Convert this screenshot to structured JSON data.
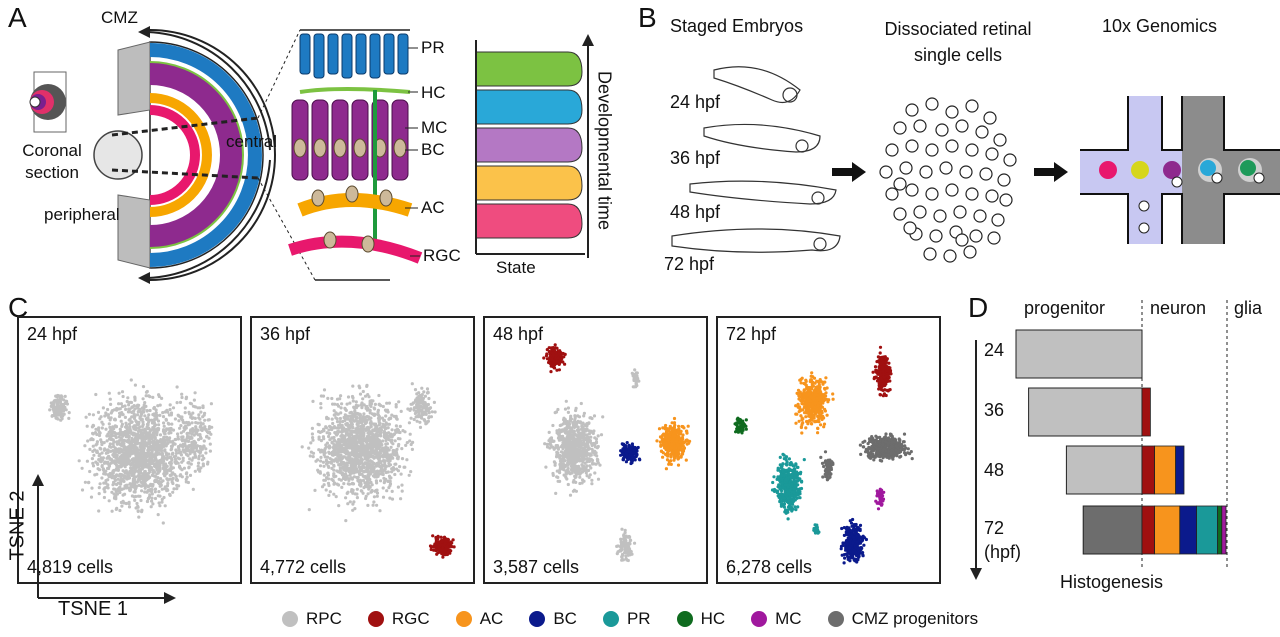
{
  "panels": {
    "A": {
      "letter": "A",
      "labels": {
        "cmz": "CMZ",
        "coronal_line1": "Coronal",
        "coronal_line2": "section",
        "central": "central",
        "peripheral": "peripheral",
        "pr": "PR",
        "hc": "HC",
        "mc": "MC",
        "bc": "BC",
        "ac": "AC",
        "rgc": "RGC",
        "state": "State",
        "dev_time": "Developmental time"
      }
    },
    "B": {
      "letter": "B",
      "headers": {
        "staged": "Staged Embryos",
        "dissociated_line1": "Dissociated retinal",
        "dissociated_line2": "single cells",
        "tenx": "10x Genomics"
      },
      "stages": [
        "24 hpf",
        "36 hpf",
        "48 hpf",
        "72 hpf"
      ]
    },
    "C": {
      "letter": "C",
      "axis_x": "TSNE 1",
      "axis_y": "TSNE 2",
      "plots": [
        {
          "time": "24 hpf",
          "cells": "4,819 cells"
        },
        {
          "time": "36 hpf",
          "cells": "4,772 cells"
        },
        {
          "time": "48 hpf",
          "cells": "3,587 cells"
        },
        {
          "time": "72 hpf",
          "cells": "6,278 cells"
        }
      ]
    },
    "D": {
      "letter": "D",
      "col_labels": {
        "progenitor": "progenitor",
        "neuron": "neuron",
        "glia": "glia"
      },
      "unit": "(hpf)",
      "xlabel": "Histogenesis"
    }
  },
  "legend": [
    {
      "label": "RPC",
      "color": "#c0c0c0"
    },
    {
      "label": "RGC",
      "color": "#a01010"
    },
    {
      "label": "AC",
      "color": "#f7941d"
    },
    {
      "label": "BC",
      "color": "#0b1a8c"
    },
    {
      "label": "PR",
      "color": "#1a9999"
    },
    {
      "label": "HC",
      "color": "#0f6b1f"
    },
    {
      "label": "MC",
      "color": "#a0189e"
    },
    {
      "label": "CMZ progenitors",
      "color": "#6d6d6d"
    }
  ],
  "chart_data": {
    "type": "bar",
    "orientation": "horizontal-stacked",
    "categories": [
      "24",
      "36",
      "48",
      "72"
    ],
    "series": [
      {
        "name": "CMZ progenitors",
        "values": [
          0,
          0,
          0,
          0.14
        ]
      },
      {
        "name": "RPC",
        "values": [
          0.3,
          0.27,
          0.18,
          0
        ]
      },
      {
        "name": "RGC",
        "values": [
          0,
          0.02,
          0.03,
          0.03
        ]
      },
      {
        "name": "AC",
        "values": [
          0,
          0,
          0.05,
          0.06
        ]
      },
      {
        "name": "BC",
        "values": [
          0,
          0,
          0.02,
          0.04
        ]
      },
      {
        "name": "PR",
        "values": [
          0,
          0,
          0,
          0.05
        ]
      },
      {
        "name": "HC",
        "values": [
          0,
          0,
          0,
          0.01
        ]
      },
      {
        "name": "MC",
        "values": [
          0,
          0,
          0,
          0.01
        ]
      }
    ],
    "xlabel": "Histogenesis",
    "ylabel": "(hpf)"
  }
}
